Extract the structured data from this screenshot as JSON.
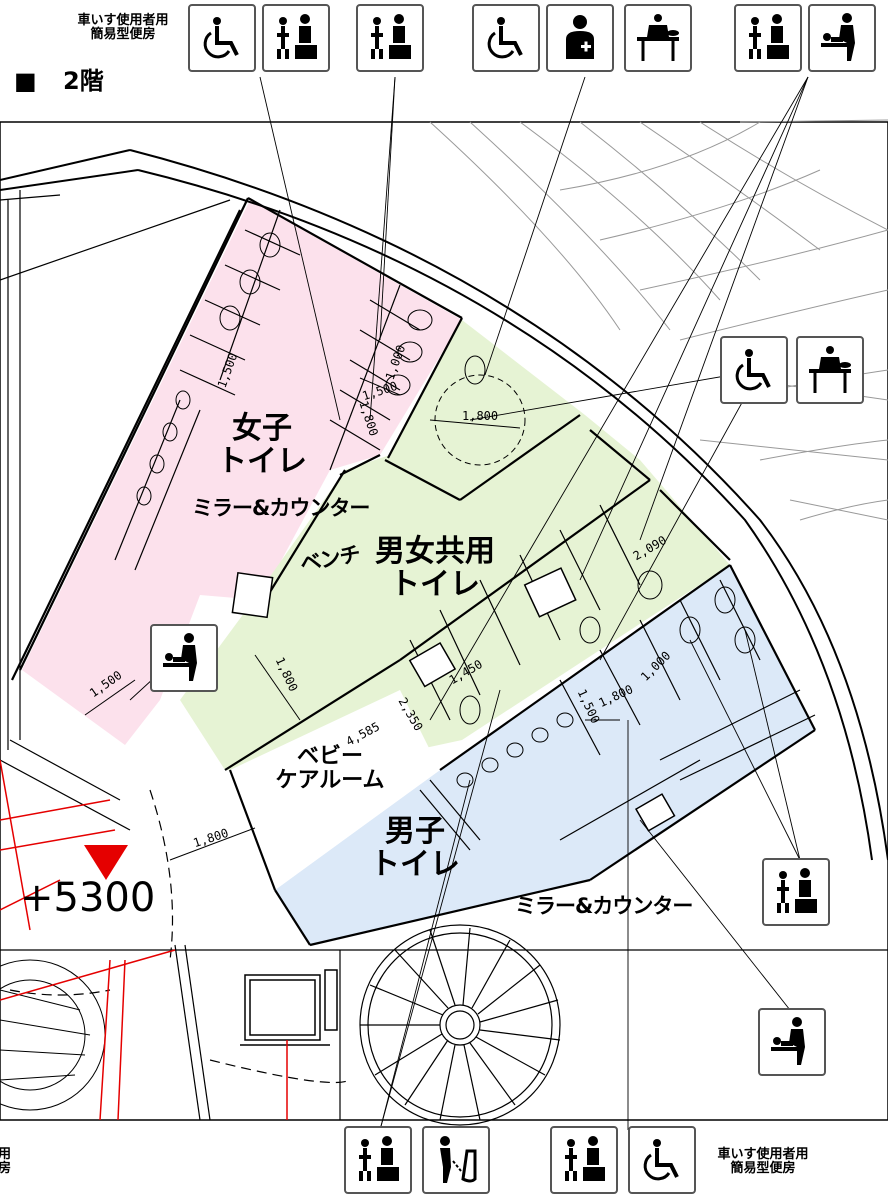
{
  "floor": {
    "marker": "■",
    "label": "2階"
  },
  "elevation": "+5300",
  "rooms": {
    "womens": [
      "女子",
      "トイレ"
    ],
    "shared": [
      "男女共用",
      "トイレ"
    ],
    "mens": [
      "男子",
      "トイレ"
    ],
    "babycare": [
      "ベビー",
      "ケアルーム"
    ],
    "bench": "ベンチ",
    "mirror_counter_women": "ミラー&カウンター",
    "mirror_counter_men": "ミラー&カウンター"
  },
  "accessible_toilet_label_top": [
    "車いす使用者用",
    "簡易型便房"
  ],
  "accessible_toilet_label_bottom": [
    "車いす使用者用",
    "簡易型便房"
  ],
  "accessible_toilet_label_cut": [
    "用",
    "房"
  ],
  "dimensions": [
    "1,000",
    "1,500",
    "1,800",
    "1,800",
    "1,500",
    "1,800",
    "2,090",
    "1,450",
    "4,585",
    "2,350",
    "1,800",
    "1,500",
    "1,000",
    "1,800"
  ],
  "icons": {
    "top": [
      "wheelchair-icon",
      "child-and-adult-toilet-icon",
      "child-and-adult-toilet-icon",
      "wheelchair-icon",
      "ostomate-icon",
      "adult-changing-bed-icon",
      "child-and-adult-toilet-icon",
      "baby-changing-icon"
    ],
    "right": [
      "wheelchair-icon",
      "adult-changing-bed-icon",
      "child-and-adult-toilet-icon",
      "baby-changing-icon"
    ],
    "left": [
      "baby-changing-icon"
    ],
    "bottom": [
      "child-and-adult-toilet-icon",
      "urinal-icon",
      "child-and-adult-toilet-icon",
      "wheelchair-icon"
    ]
  },
  "colors": {
    "womens": "#fce1ec",
    "shared": "#e6f3d4",
    "mens": "#dce9f8",
    "red": "#e50000"
  }
}
